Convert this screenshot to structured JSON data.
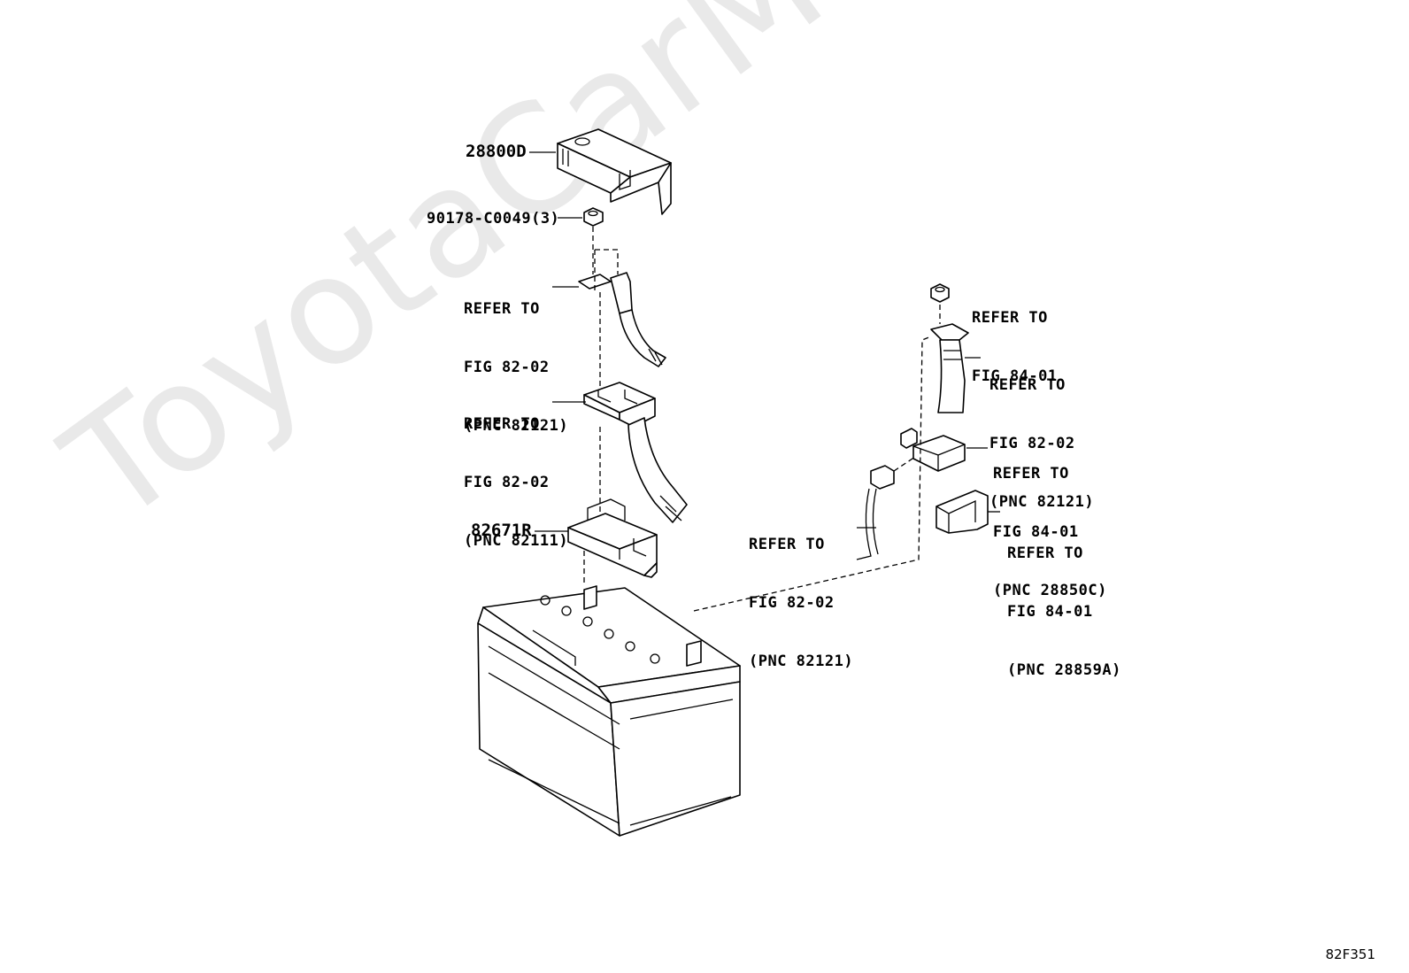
{
  "watermark": "ToyotaCarMine.ru",
  "figure_id": "82F351",
  "parts": {
    "cover": "28800D",
    "nut": "90178-C0049(3)",
    "bracket": "82671R"
  },
  "refs": {
    "ref_a": [
      "REFER TO",
      "FIG 82-02",
      "(PNC 82121)"
    ],
    "ref_b": [
      "REFER TO",
      "FIG 82-02",
      "(PNC 82111)"
    ],
    "ref_c": [
      "REFER TO",
      "FIG 84-01"
    ],
    "ref_d": [
      "REFER TO",
      "FIG 82-02",
      "(PNC 82121)"
    ],
    "ref_e": [
      "REFER TO",
      "FIG 84-01",
      "(PNC 28850C)"
    ],
    "ref_f": [
      "REFER TO",
      "FIG 82-02",
      "(PNC 82121)"
    ],
    "ref_g": [
      "REFER TO",
      "FIG 84-01",
      "(PNC 28859A)"
    ]
  }
}
